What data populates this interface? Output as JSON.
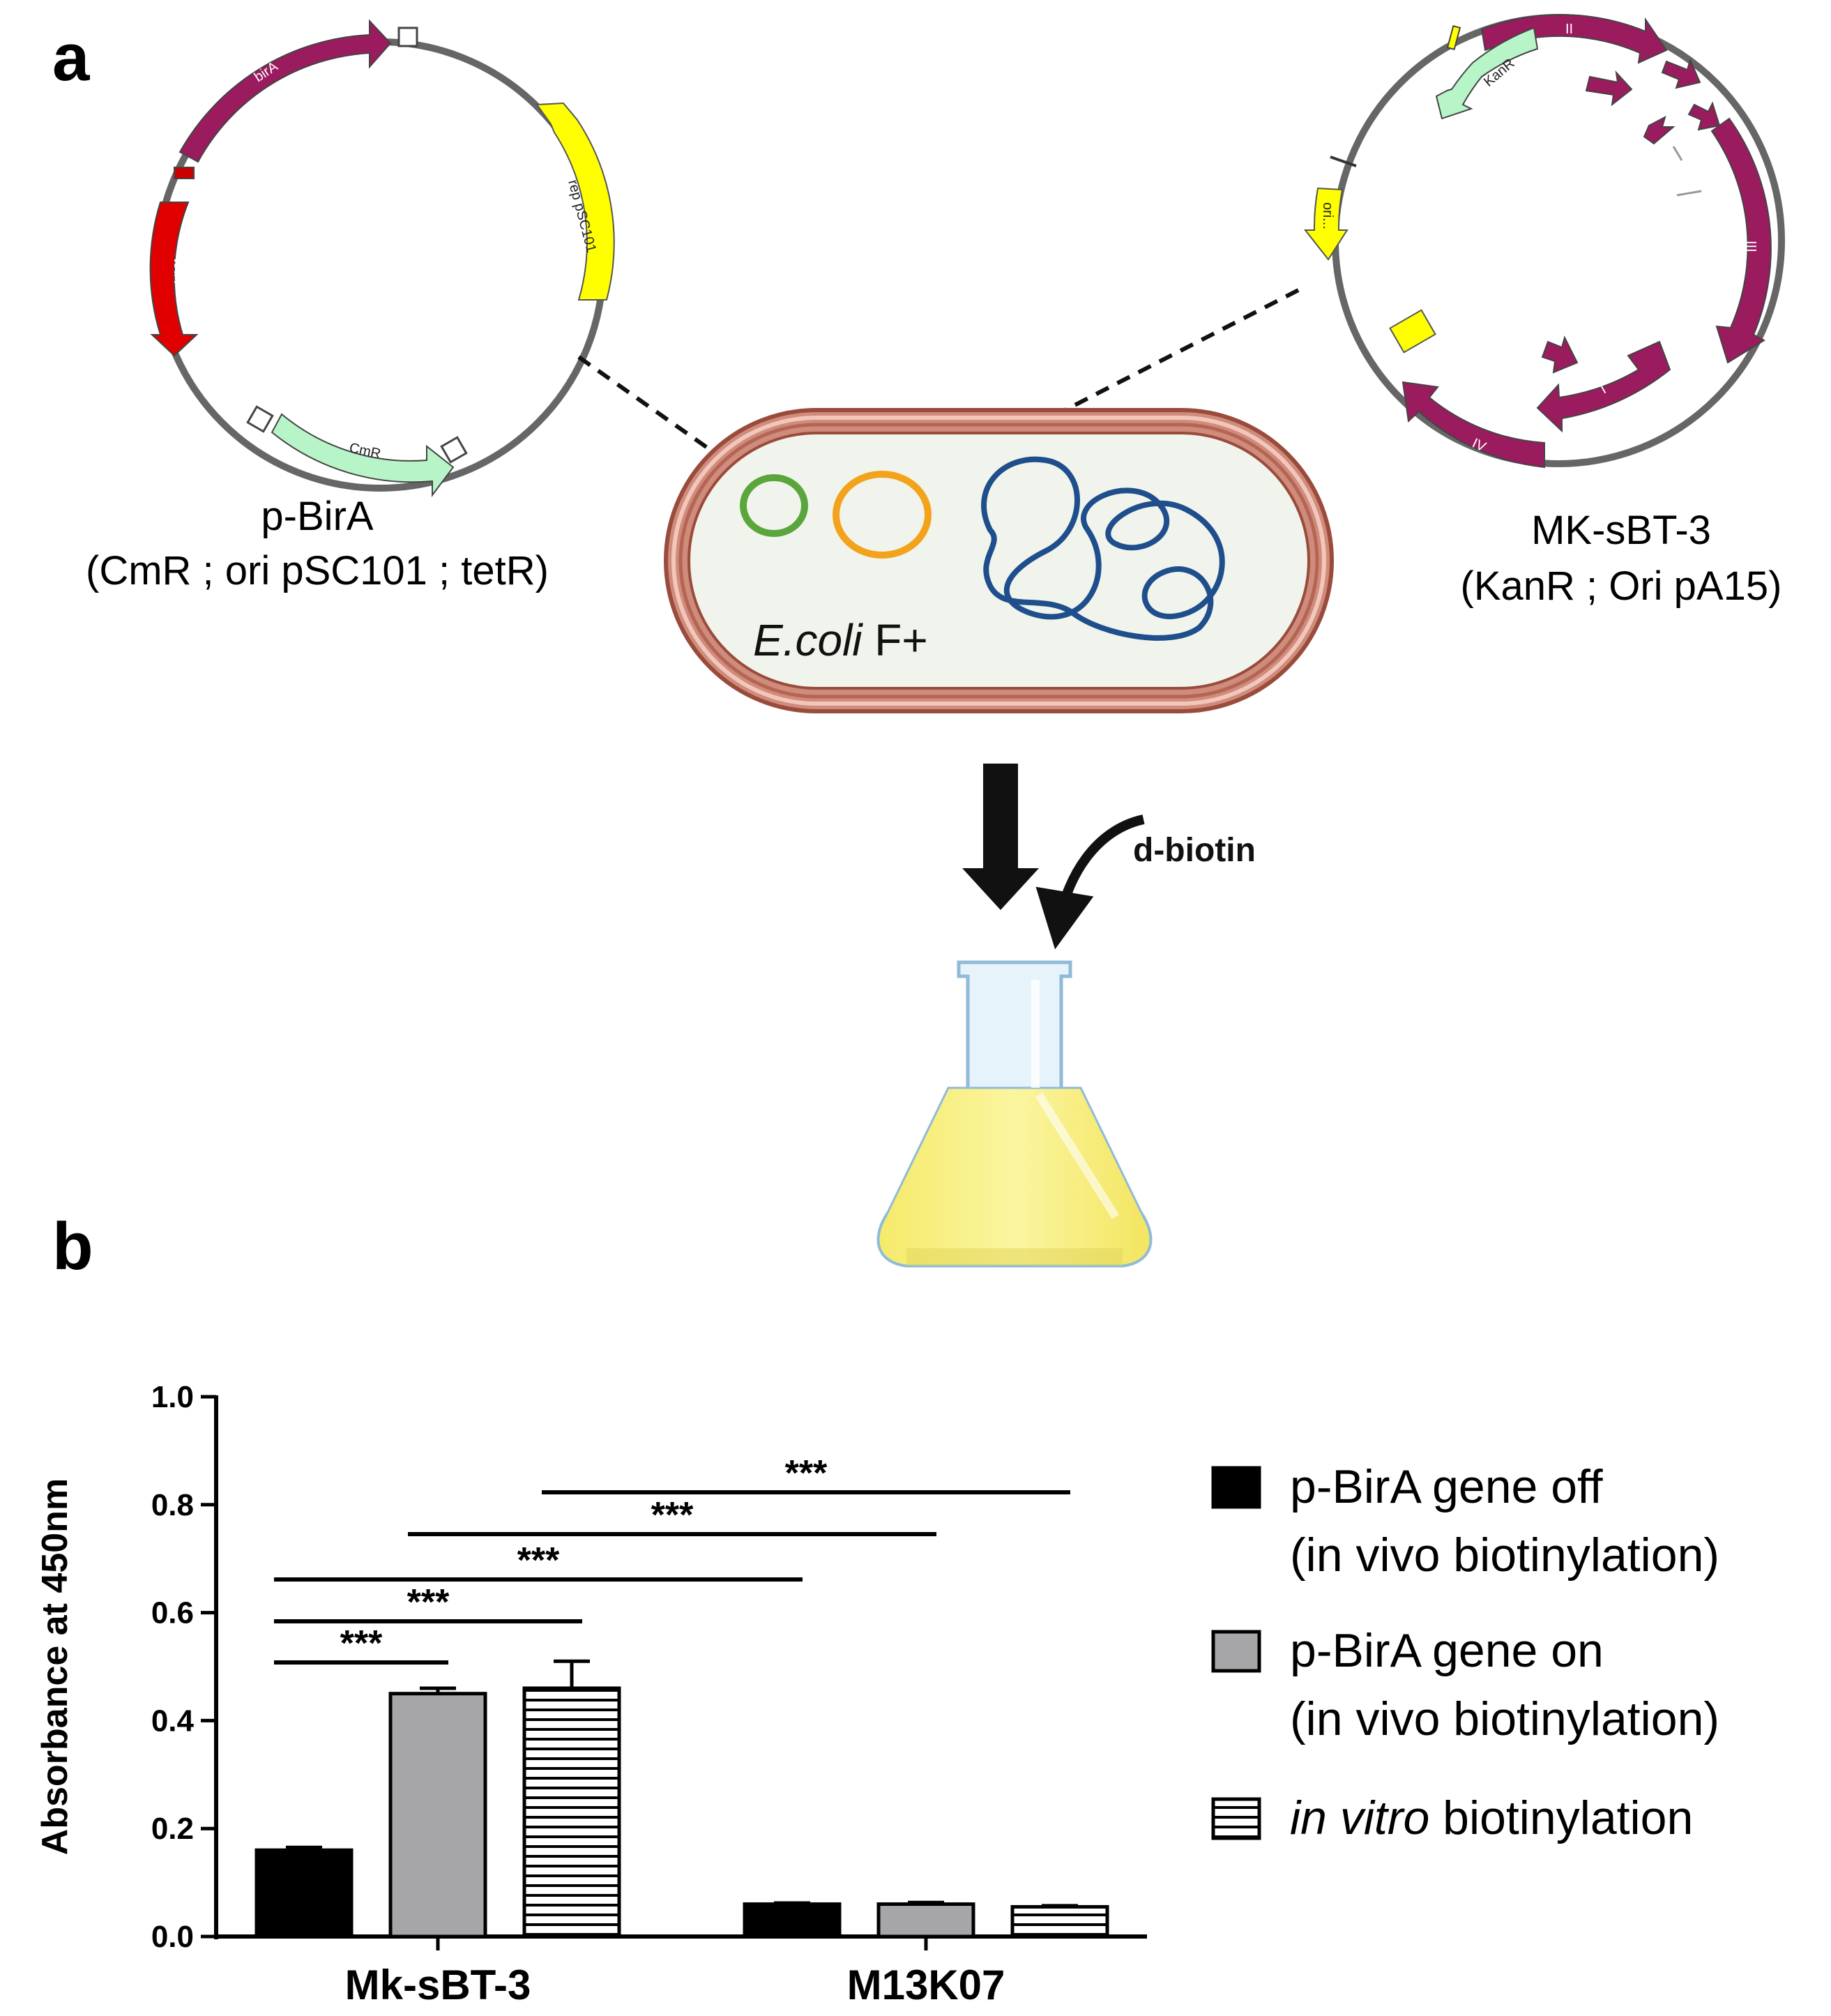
{
  "panel_a": {
    "label": "a",
    "plasmid_left": {
      "name": "p-BirA",
      "details": "(CmR ; ori pSC101 ; tetR)",
      "genes": [
        "birA",
        "rep pSC101",
        "CmR",
        "tetR"
      ]
    },
    "plasmid_right": {
      "name": "MK-sBT-3",
      "details": "(KanR ; Ori pA15)",
      "genes": [
        "KanR",
        "ori...",
        "II",
        "III",
        "I",
        "IV"
      ]
    },
    "cell_label_italic": "E.coli",
    "cell_label_rest": " F+",
    "additive": "d-biotin"
  },
  "panel_b": {
    "label": "b"
  },
  "colors": {
    "purple": "#9b1b5f",
    "red": "#e00000",
    "yellow": "#ffff00",
    "light_green": "#b7f5c8",
    "cell_wall": "#a5584a",
    "chromosome": "#1f4e8c",
    "plasmid_green": "#5aa53c",
    "plasmid_orange": "#f2a31b",
    "bar_black": "#000000",
    "bar_gray": "#a6a6a9",
    "bar_striped": "#ffffff"
  },
  "chart_data": {
    "type": "bar",
    "categories": [
      "Mk-sBT-3",
      "M13K07"
    ],
    "series": [
      {
        "name": "p-BirA gene off\n(in vivo biotinylation)",
        "values": [
          0.16,
          0.06
        ],
        "errors": [
          0.005,
          0.002
        ],
        "fill": "black"
      },
      {
        "name": "p-BirA gene on\n(in vivo biotinylation)",
        "values": [
          0.45,
          0.06
        ],
        "errors": [
          0.01,
          0.003
        ],
        "fill": "gray"
      },
      {
        "name": "in vitro biotinylation",
        "values": [
          0.46,
          0.055
        ],
        "errors": [
          0.05,
          0.002
        ],
        "fill": "striped"
      }
    ],
    "legend": [
      {
        "lines": [
          "p-BirA gene off",
          "(in vivo biotinylation)"
        ]
      },
      {
        "lines": [
          "p-BirA gene on",
          "(in vivo biotinylation)"
        ]
      },
      {
        "italic": "in vitro",
        "rest": " biotinylation"
      }
    ],
    "ylabel": "Absorbance at 450nm",
    "ylim": [
      0,
      1.0
    ],
    "yticks": [
      "0.0",
      "0.2",
      "0.4",
      "0.6",
      "0.8",
      "1.0"
    ],
    "significance": [
      {
        "from": [
          0,
          0
        ],
        "to": [
          0,
          1
        ],
        "label": "***"
      },
      {
        "from": [
          0,
          0
        ],
        "to": [
          0,
          2
        ],
        "label": "***"
      },
      {
        "from": [
          0,
          0
        ],
        "to": [
          1,
          0
        ],
        "label": "***"
      },
      {
        "from": [
          0,
          1
        ],
        "to": [
          1,
          1
        ],
        "label": "***"
      },
      {
        "from": [
          0,
          2
        ],
        "to": [
          1,
          2
        ],
        "label": "***"
      }
    ],
    "legend_position": "right"
  }
}
